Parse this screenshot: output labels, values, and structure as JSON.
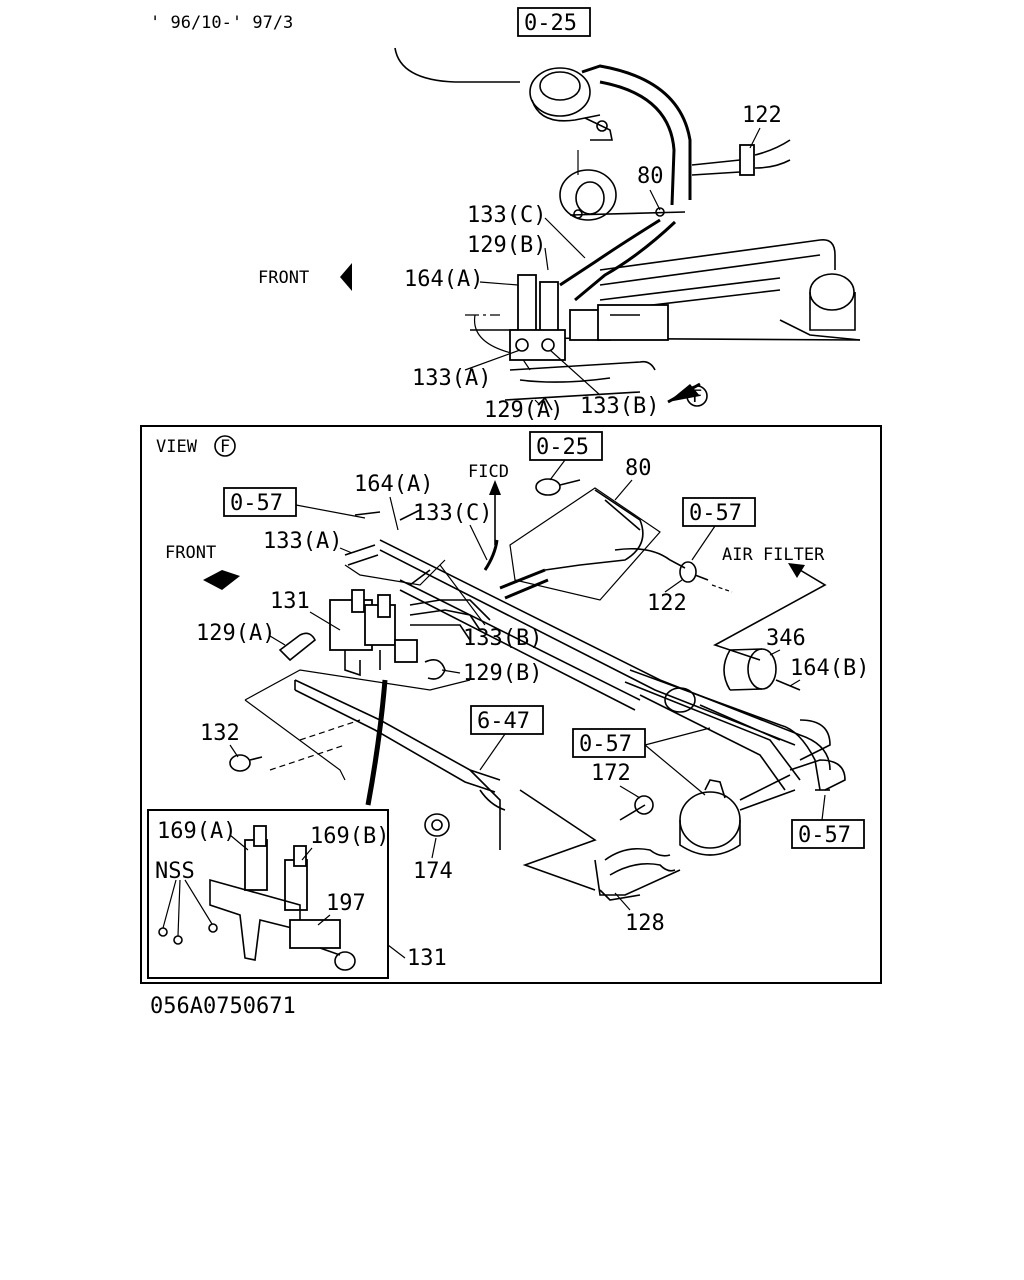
{
  "date_range": "' 96/10-' 97/3",
  "diagram_id": "056A0750671",
  "top": {
    "ref_025": "0-25",
    "p122": "122",
    "p80": "80",
    "p133c": "133(C)",
    "p129b": "129(B)",
    "p164a": "164(A)",
    "front": "FRONT",
    "p133a": "133(A)",
    "p129a": "129(A)",
    "p133b": "133(B)",
    "view_marker": "F"
  },
  "view": {
    "title": "VIEW",
    "marker": "F",
    "ref_025": "0-25",
    "p80": "80",
    "ref_057_a": "0-57",
    "p164a": "164(A)",
    "ficd": "FICD",
    "p133c": "133(C)",
    "ref_057_b": "0-57",
    "front": "FRONT",
    "p133a": "133(A)",
    "air_filter": "AIR FILTER",
    "p131": "131",
    "p129a": "129(A)",
    "p133b": "133(B)",
    "p122": "122",
    "p346": "346",
    "p164b": "164(B)",
    "p129b": "129(B)",
    "p132": "132",
    "ref_647": "6-47",
    "ref_057_c": "0-57",
    "p172": "172",
    "ref_057_d": "0-57",
    "p174": "174",
    "p128": "128"
  },
  "inset": {
    "p169a": "169(A)",
    "p169b": "169(B)",
    "nss": "NSS",
    "p197": "197",
    "p131": "131"
  }
}
